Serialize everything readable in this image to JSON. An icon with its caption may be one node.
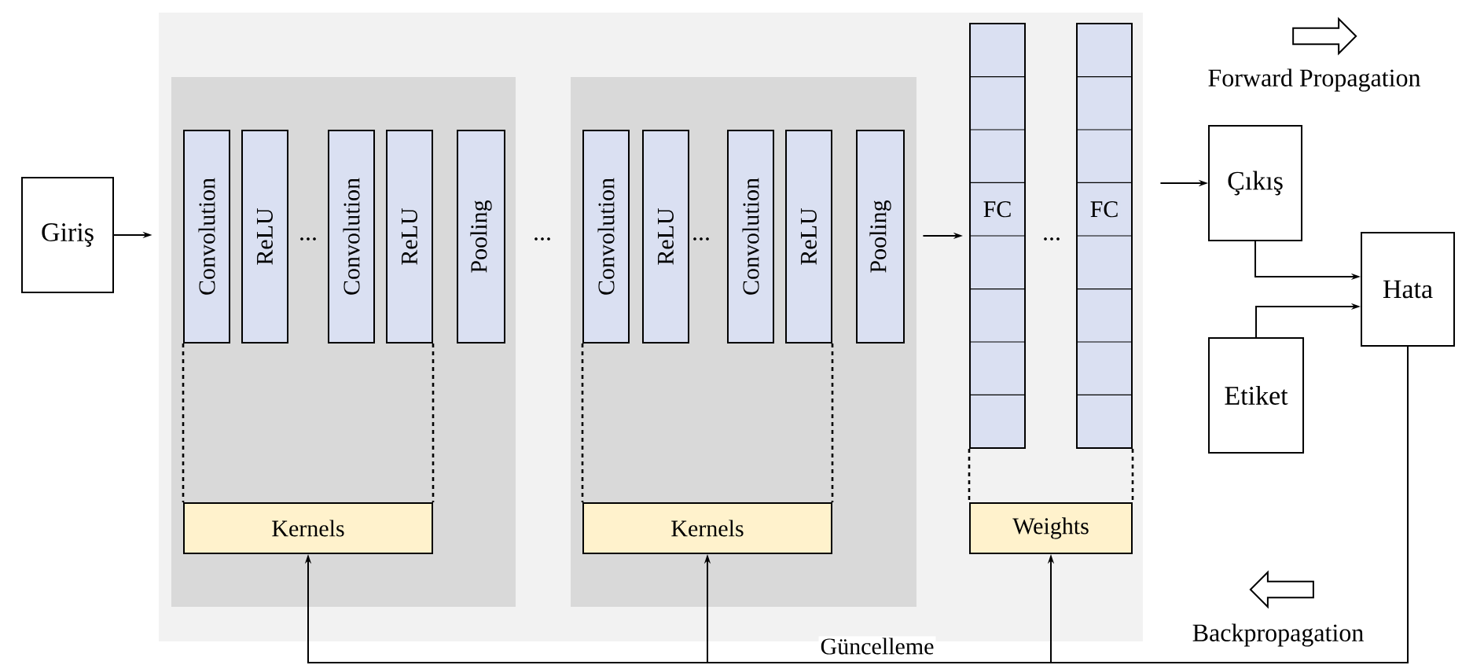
{
  "diagram": {
    "nodes": [
      {
        "text": [
          "Giriş"
        ]
      },
      {
        "text": [],
        "shape": "box"
      },
      {
        "text": [],
        "shape": "box",
        "in": 1
      },
      {
        "text": [
          "Convolution"
        ],
        "in": 2
      },
      {
        "text": [
          "ReLU"
        ],
        "in": 2
      },
      {
        "text": [
          "Convolution"
        ],
        "in": 2
      },
      {
        "text": [
          "ReLU"
        ],
        "in": 2
      },
      {
        "text": [
          "Pooling"
        ],
        "in": 2
      },
      {
        "text": [
          "Kernels"
        ],
        "in": 2
      },
      {
        "text": [],
        "shape": "box",
        "in": 1
      },
      {
        "text": [
          "Convolution"
        ],
        "in": 9
      },
      {
        "text": [
          "ReLU"
        ],
        "in": 9
      },
      {
        "text": [
          "Convolution"
        ],
        "in": 9
      },
      {
        "text": [
          "ReLU"
        ],
        "in": 9
      },
      {
        "text": [
          "Pooling"
        ],
        "in": 9
      },
      {
        "text": [
          "Kernels"
        ],
        "in": 9
      },
      {
        "text": [
          "FC"
        ],
        "in": 1
      },
      {
        "text": [
          "FC"
        ],
        "in": 1
      },
      {
        "text": [
          "Weights"
        ],
        "in": 1
      },
      {
        "text": [
          "Çıkış"
        ]
      },
      {
        "text": [
          "Etiket"
        ]
      },
      {
        "text": [
          "Hata"
        ]
      }
    ],
    "edges": [
      {
        "from": 0,
        "to": 1,
        "arrow": "to"
      },
      {
        "from": 9,
        "to": 16,
        "arrow": "to"
      },
      {
        "from": 1,
        "to": 19,
        "arrow": "to"
      },
      {
        "from": 19,
        "to": 21,
        "arrow": "to"
      },
      {
        "from": 20,
        "to": 21,
        "arrow": "to"
      },
      {
        "from": 21,
        "to": 8,
        "arrow": "to"
      },
      {
        "from": 21,
        "to": 15,
        "arrow": "to",
        "label": "Güncelleme"
      },
      {
        "from": 21,
        "to": 18,
        "arrow": "to"
      },
      {
        "from": 3,
        "to": 8,
        "arrow": "none",
        "style": "dashed"
      },
      {
        "from": 6,
        "to": 8,
        "arrow": "none",
        "style": "dashed"
      },
      {
        "from": 10,
        "to": 15,
        "arrow": "none",
        "style": "dashed"
      },
      {
        "from": 13,
        "to": 15,
        "arrow": "none",
        "style": "dashed"
      },
      {
        "from": 16,
        "to": 18,
        "arrow": "none",
        "style": "dashed"
      },
      {
        "from": 17,
        "to": 18,
        "arrow": "none",
        "style": "dashed"
      }
    ],
    "labels": [
      "Forward Propagation",
      "...",
      "...",
      "...",
      "...",
      "Backpropagation"
    ]
  }
}
